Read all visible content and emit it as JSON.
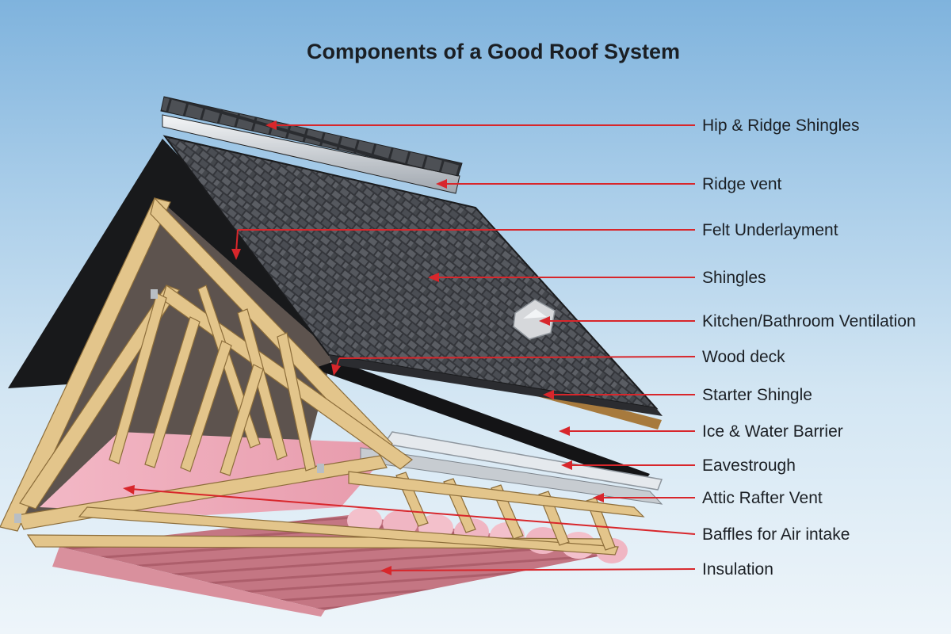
{
  "title": "Components of a Good Roof System",
  "colors": {
    "arrow": "#d8262b",
    "shingle": "#3b3d42",
    "felt": "#1c1c1e",
    "wood": "#e6c98c",
    "insulation": "#c26f7c"
  },
  "labels": [
    "Hip & Ridge Shingles",
    "Ridge vent",
    "Felt Underlayment",
    "Shingles",
    "Kitchen/Bathroom Ventilation",
    "Wood deck",
    "Starter Shingle",
    "Ice & Water Barrier",
    "Eavestrough",
    "Attic Rafter Vent",
    "Baffles for Air intake",
    "Insulation"
  ]
}
